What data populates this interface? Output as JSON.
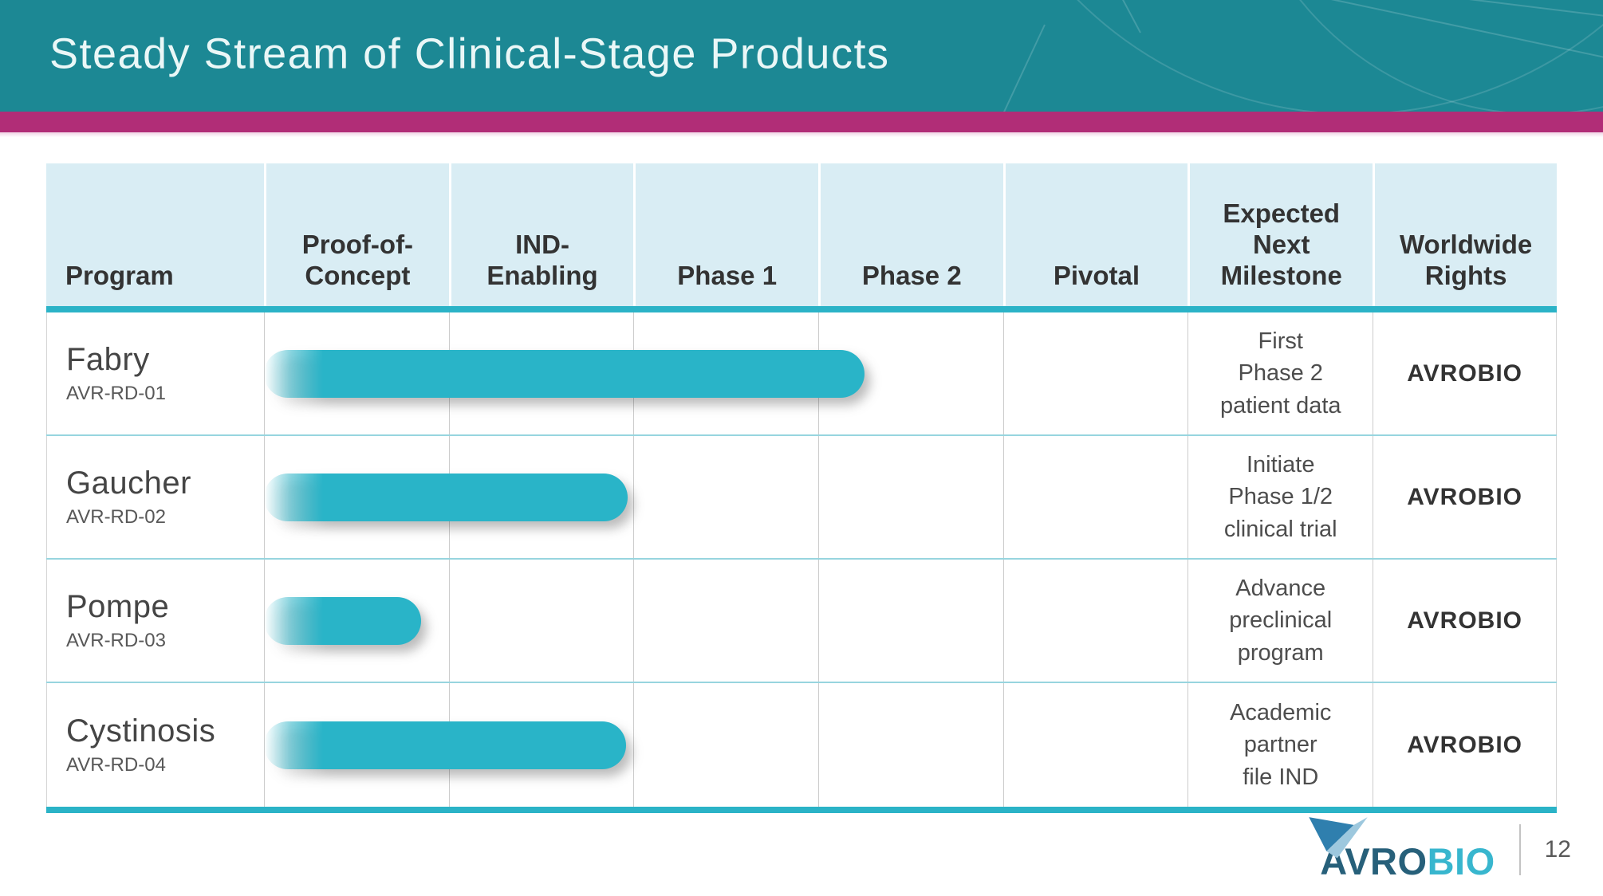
{
  "slide": {
    "title": "Steady Stream of Clinical-Stage Products"
  },
  "chart_data": {
    "type": "table",
    "subtype": "clinical-pipeline-gantt",
    "title": "Steady Stream of Clinical-Stage Products",
    "columns": [
      "Program",
      "Proof-of-\nConcept",
      "IND-\nEnabling",
      "Phase 1",
      "Phase 2",
      "Pivotal",
      "Expected\nNext\nMilestone",
      "Worldwide\nRights"
    ],
    "stage_columns": [
      "Proof-of-Concept",
      "IND-Enabling",
      "Phase 1",
      "Phase 2",
      "Pivotal"
    ],
    "bar_unit": "stage columns, measured from the start of Proof-of-Concept",
    "rows": [
      {
        "program": "Fabry",
        "code": "AVR-RD-01",
        "bar": {
          "start": 0,
          "end": 3.25
        },
        "bar_end_stage": "early Phase 2",
        "milestone": "First\nPhase 2\npatient data",
        "rights": "AVROBIO"
      },
      {
        "program": "Gaucher",
        "code": "AVR-RD-02",
        "bar": {
          "start": 0,
          "end": 1.97
        },
        "bar_end_stage": "end of IND-Enabling",
        "milestone": "Initiate\nPhase 1/2\nclinical trial",
        "rights": "AVROBIO"
      },
      {
        "program": "Pompe",
        "code": "AVR-RD-03",
        "bar": {
          "start": 0,
          "end": 0.85
        },
        "bar_end_stage": "late Proof-of-Concept",
        "milestone": "Advance\npreclinical\nprogram",
        "rights": "AVROBIO"
      },
      {
        "program": "Cystinosis",
        "code": "AVR-RD-04",
        "bar": {
          "start": 0,
          "end": 1.96
        },
        "bar_end_stage": "end of IND-Enabling",
        "milestone": "Academic\npartner\nfile IND",
        "rights": "AVROBIO"
      }
    ]
  },
  "footer": {
    "logo_primary": "AVRO",
    "logo_secondary": "BIO",
    "logo_mark": "paper-plane-icon",
    "page_number": "12"
  },
  "colors": {
    "banner_teal": "#1c8894",
    "accent_magenta": "#b12d77",
    "table_header_bg": "#d9edf4",
    "bar_teal": "#29b4c8",
    "thick_rule_teal": "#2bb3c7",
    "row_rule_teal": "#97d5df",
    "column_rule_gray": "#cccccc",
    "text_dark": "#333333",
    "logo_dark_blue": "#27607a",
    "logo_cyan": "#38b6ce"
  }
}
